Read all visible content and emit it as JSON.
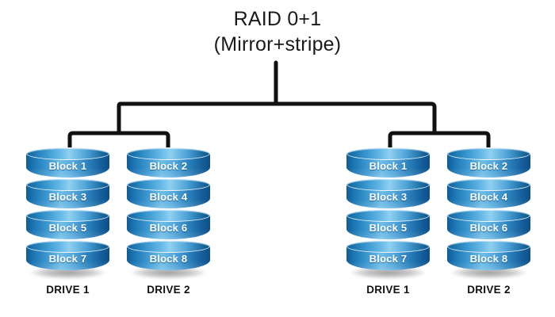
{
  "diagram": {
    "title_line1": "RAID 0+1",
    "title_line2": "(Mirror+stripe)",
    "colors": {
      "cylinder_light": "#6fbde6",
      "cylinder_mid": "#2d8cc4",
      "cylinder_dark": "#0d4f86",
      "rim": "#eaf4fb",
      "connector": "#111111",
      "label_text": "#ffffff",
      "caption_text": "#111111",
      "background": "#ffffff"
    },
    "groups": [
      {
        "id": "left",
        "drives": [
          {
            "caption": "DRIVE 1",
            "blocks": [
              "Block 1",
              "Block 3",
              "Block 5",
              "Block 7"
            ]
          },
          {
            "caption": "DRIVE 2",
            "blocks": [
              "Block 2",
              "Block 4",
              "Block 6",
              "Block 8"
            ]
          }
        ]
      },
      {
        "id": "right",
        "drives": [
          {
            "caption": "DRIVE 1",
            "blocks": [
              "Block 1",
              "Block 3",
              "Block 5",
              "Block 7"
            ]
          },
          {
            "caption": "DRIVE 2",
            "blocks": [
              "Block 2",
              "Block 4",
              "Block 6",
              "Block 8"
            ]
          }
        ]
      }
    ]
  }
}
